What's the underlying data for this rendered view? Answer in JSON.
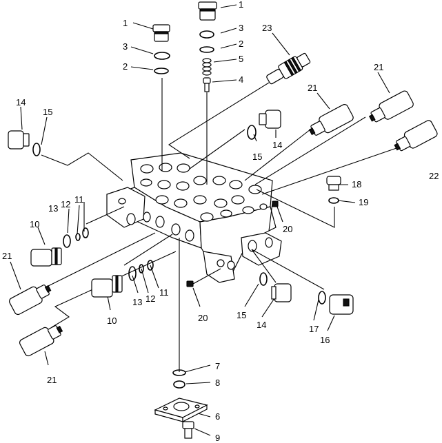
{
  "labels": {
    "p1a": "1",
    "p1b": "1",
    "p2a": "2",
    "p2b": "2",
    "p3a": "3",
    "p3b": "3",
    "p4": "4",
    "p5": "5",
    "p6": "6",
    "p7": "7",
    "p8": "8",
    "p9": "9",
    "p10a": "10",
    "p10b": "10",
    "p11a": "11",
    "p11b": "11",
    "p12a": "12",
    "p12b": "12",
    "p13a": "13",
    "p13b": "13",
    "p14a": "14",
    "p14b": "14",
    "p14c": "14",
    "p15a": "15",
    "p15b": "15",
    "p15c": "15",
    "p16": "16",
    "p17": "17",
    "p18": "18",
    "p19": "19",
    "p20a": "20",
    "p20b": "20",
    "p21a": "21",
    "p21b": "21",
    "p21c": "21",
    "p21d": "21",
    "p22": "22",
    "p23": "23"
  }
}
